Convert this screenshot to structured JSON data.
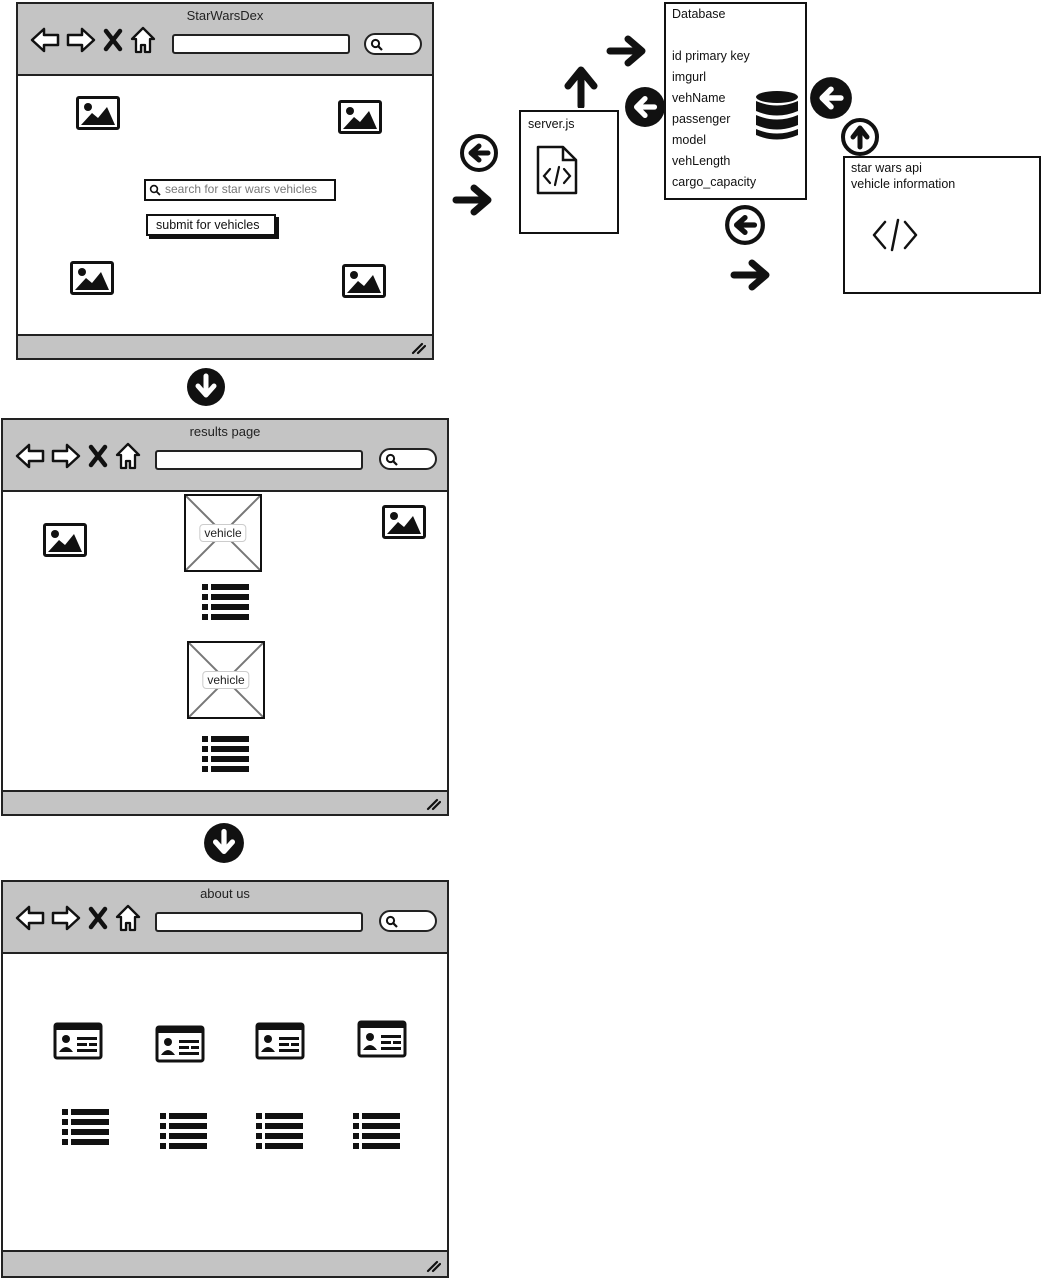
{
  "browsers": [
    {
      "title": "StarWarsDex"
    },
    {
      "title": "results page"
    },
    {
      "title": "about us"
    }
  ],
  "home": {
    "search_placeholder": "search for star wars vehicles",
    "submit_label": "submit for vehicles"
  },
  "results": {
    "vehicle_label_1": "vehicle",
    "vehicle_label_2": "vehicle"
  },
  "server": {
    "label": "server.js"
  },
  "database": {
    "title": "Database",
    "fields": [
      "id primary key",
      "imgurl",
      "vehName",
      "passenger",
      "model",
      "vehLength",
      "cargo_capacity"
    ]
  },
  "api": {
    "line1": "star wars api",
    "line2": "vehicle information"
  }
}
